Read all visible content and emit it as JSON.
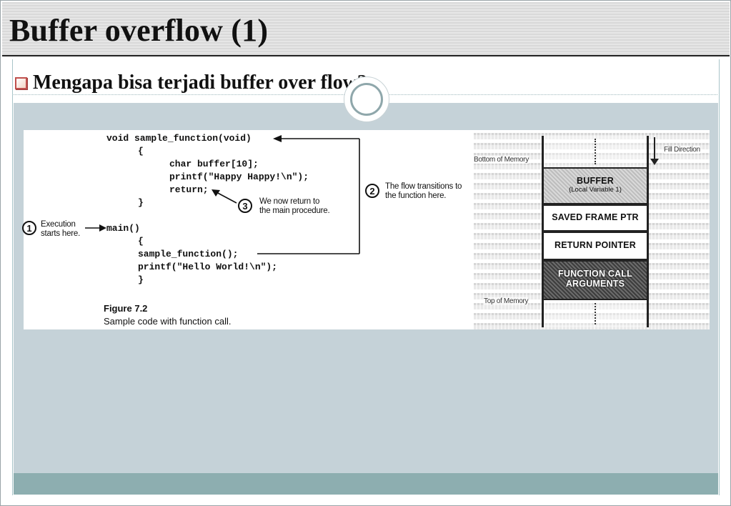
{
  "slide": {
    "title": "Buffer overflow (1)",
    "bullet": "Mengapa bisa terjadi buffer over flow?"
  },
  "code_figure": {
    "lines": [
      "void sample_function(void)",
      "{",
      "char buffer[10];",
      "printf(\"Happy Happy!\\n\");",
      "return;",
      "}",
      "main()",
      "{",
      "sample_function();",
      "printf(\"Hello World!\\n\");",
      "}"
    ],
    "note_1_number": "1",
    "note_1_text_a": "Execution",
    "note_1_text_b": "starts here.",
    "note_2_number": "2",
    "note_2_text_a": "The flow transitions to",
    "note_2_text_b": "the function here.",
    "note_3_number": "3",
    "note_3_text_a": "We now return to",
    "note_3_text_b": "the main procedure.",
    "caption_title": "Figure 7.2",
    "caption_text": "Sample code with function call."
  },
  "stack_figure": {
    "bottom_label": "Bottom of Memory",
    "top_label": "Top of Memory",
    "fill_direction": "Fill Direction",
    "cells": {
      "buffer": "BUFFER",
      "buffer_sub": "(Local Variable 1)",
      "saved_frame": "SAVED FRAME PTR",
      "return_pointer": "RETURN POINTER",
      "args_line1": "FUNCTION CALL",
      "args_line2": "ARGUMENTS"
    }
  },
  "colors": {
    "panel": "#c5d2d8",
    "footer": "#8daeb0",
    "bullet": "#c0504d"
  }
}
